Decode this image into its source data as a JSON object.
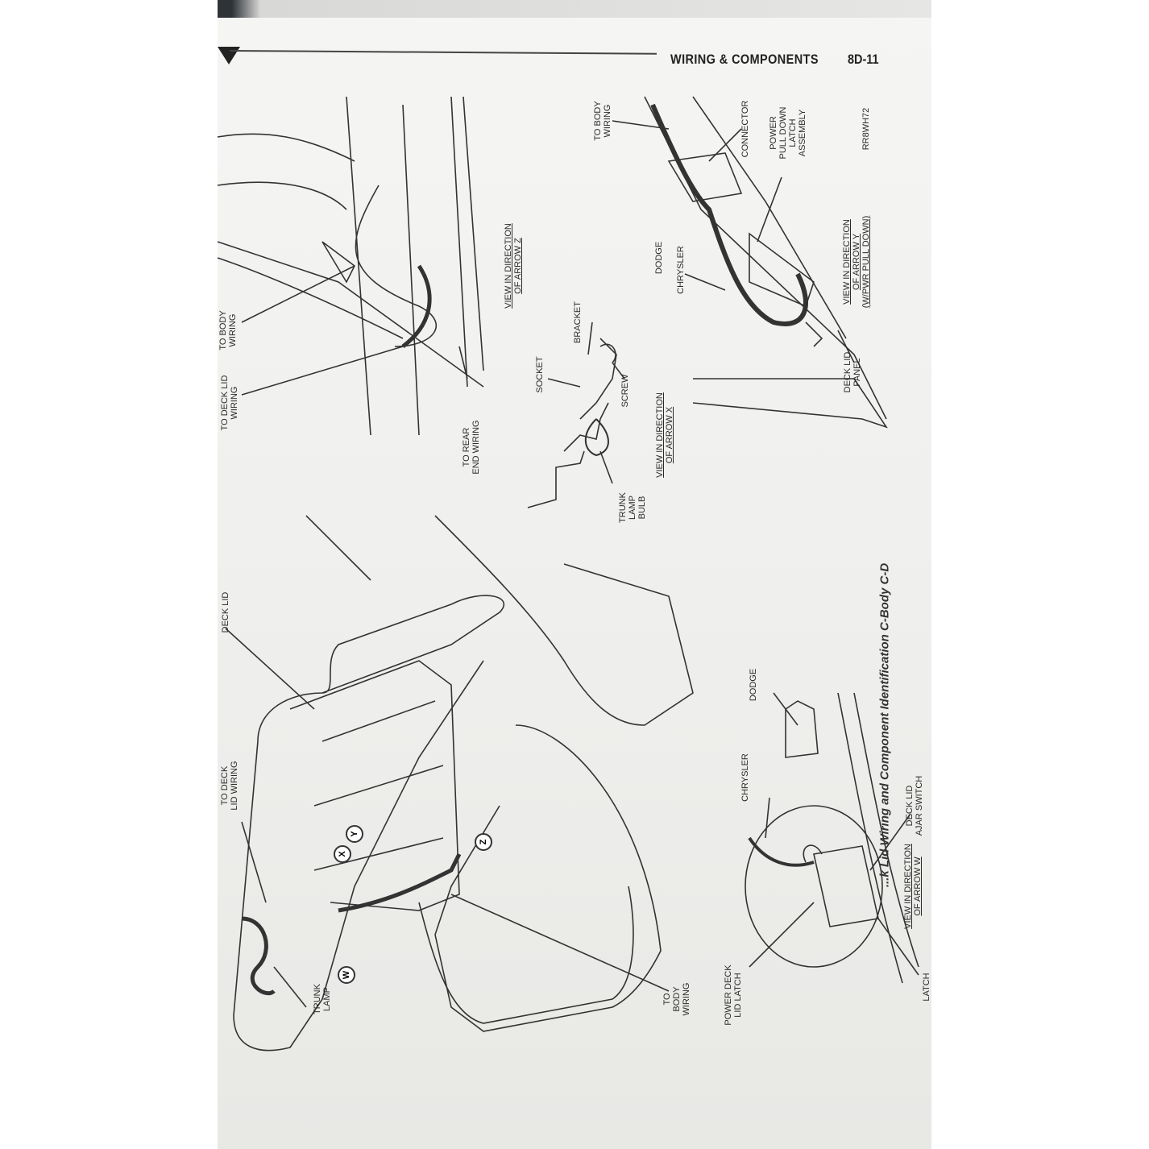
{
  "header": {
    "title": "WIRING & COMPONENTS",
    "page": "8D-11"
  },
  "figure_code": "RR8WH72",
  "caption": "...k Lid Wiring and Component Identification C-Body C-D",
  "views": {
    "z": {
      "title": [
        "VIEW IN DIRECTION",
        "OF ARROW Z"
      ],
      "labels": {
        "to_body_wiring": [
          "TO BODY",
          "WIRING"
        ],
        "to_deck_lid_wiring": [
          "TO DECK LID",
          "WIRING"
        ],
        "to_rear_end_wiring": [
          "TO REAR",
          "END WIRING"
        ]
      }
    },
    "x": {
      "title": [
        "VIEW IN DIRECTION",
        "OF ARROW X"
      ],
      "labels": {
        "socket": "SOCKET",
        "bracket": "BRACKET",
        "screw": "SCREW",
        "trunk_lamp_bulb": [
          "TRUNK",
          "LAMP",
          "BULB"
        ]
      }
    },
    "y": {
      "title": [
        "VIEW IN DIRECTION",
        "OF ARROW Y",
        "(W/PWR PULL DOWN)"
      ],
      "labels": {
        "to_body_wiring": [
          "TO BODY",
          "WIRING"
        ],
        "connector": "CONNECTOR",
        "latch_assembly": [
          "POWER",
          "PULL DOWN",
          "LATCH",
          "ASSEMBLY"
        ],
        "dodge": "DODGE",
        "chrysler": "CHRYSLER",
        "deck_lid_panel": [
          "DECK LID",
          "PANEL"
        ]
      }
    },
    "main": {
      "labels": {
        "deck_lid": "DECK LID",
        "to_deck_lid_wiring": [
          "TO DECK",
          "LID WIRING"
        ],
        "trunk_lamp": [
          "TRUNK",
          "LAMP"
        ],
        "to_body_wiring": [
          "TO",
          "BODY",
          "WIRING"
        ]
      },
      "arrows": [
        "X",
        "Y",
        "Z",
        "W"
      ]
    },
    "w": {
      "title": [
        "VIEW IN DIRECTION",
        "OF ARROW W"
      ],
      "labels": {
        "dodge": "DODGE",
        "chrysler": "CHRYSLER",
        "ajar_switch": [
          "DECK LID",
          "AJAR SWITCH"
        ],
        "power_latch": [
          "POWER DECK",
          "LID LATCH"
        ],
        "latch_partial": "LATCH"
      }
    }
  }
}
